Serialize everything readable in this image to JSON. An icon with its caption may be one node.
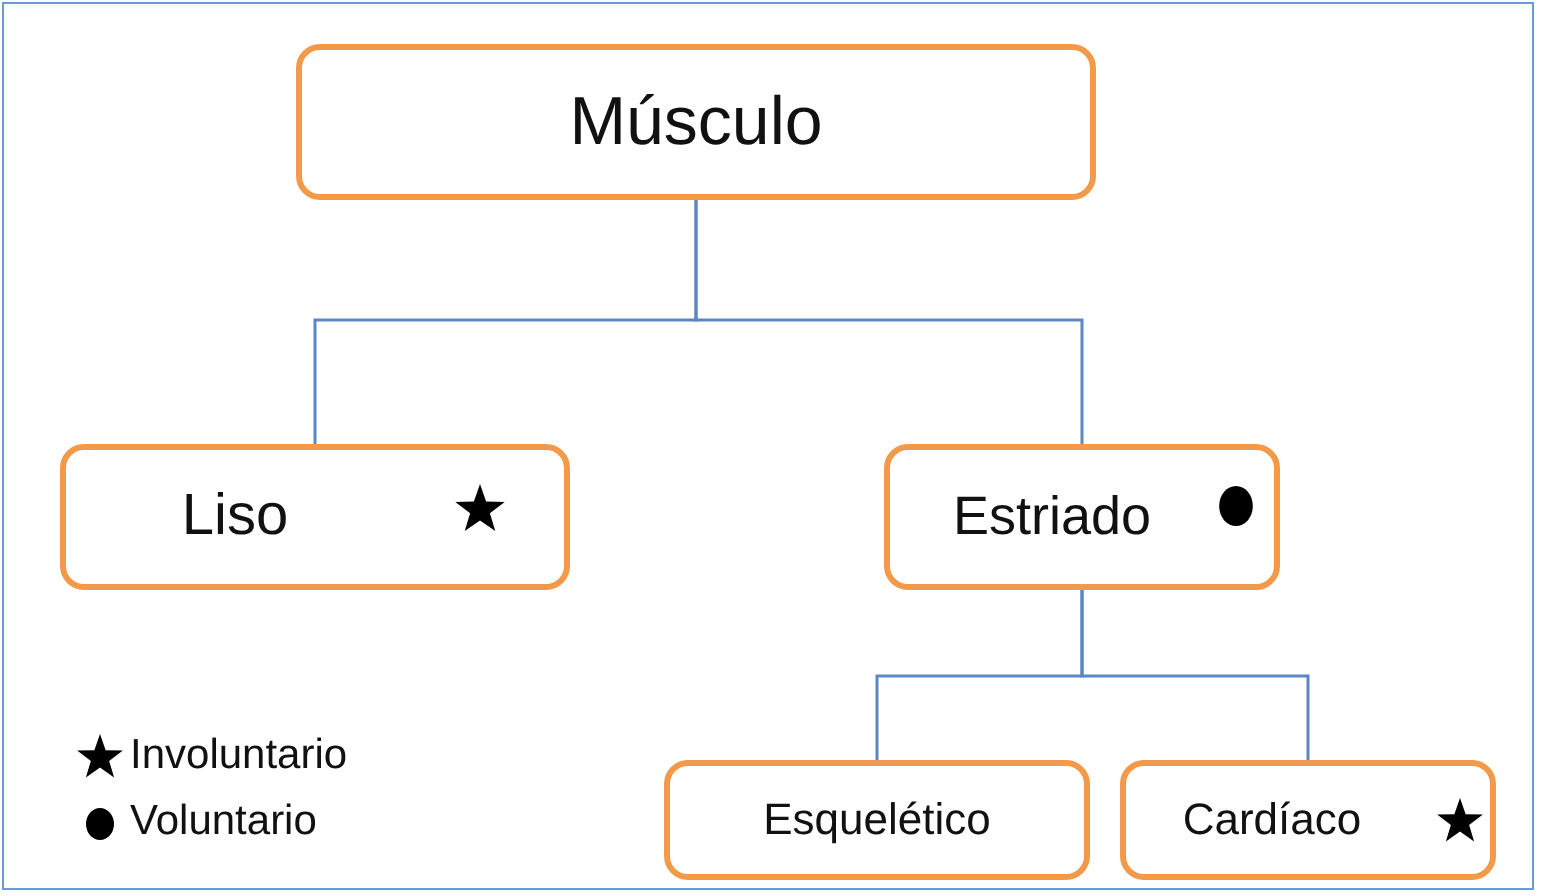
{
  "diagram": {
    "nodes": [
      {
        "text": [
          "Músculo"
        ]
      },
      {
        "text": [
          "Liso"
        ]
      },
      {
        "text": [
          "Estriado"
        ]
      },
      {
        "text": [
          "Esquelético"
        ]
      },
      {
        "text": [
          "Cardíaco"
        ]
      }
    ],
    "edges": [
      {
        "from": 0,
        "to": 1,
        "arrow": "none"
      },
      {
        "from": 0,
        "to": 2,
        "arrow": "none"
      },
      {
        "from": 2,
        "to": 3,
        "arrow": "none"
      },
      {
        "from": 2,
        "to": 4,
        "arrow": "none"
      }
    ],
    "legend": [
      {
        "text": "Involuntario"
      },
      {
        "text": "Voluntario"
      }
    ]
  }
}
